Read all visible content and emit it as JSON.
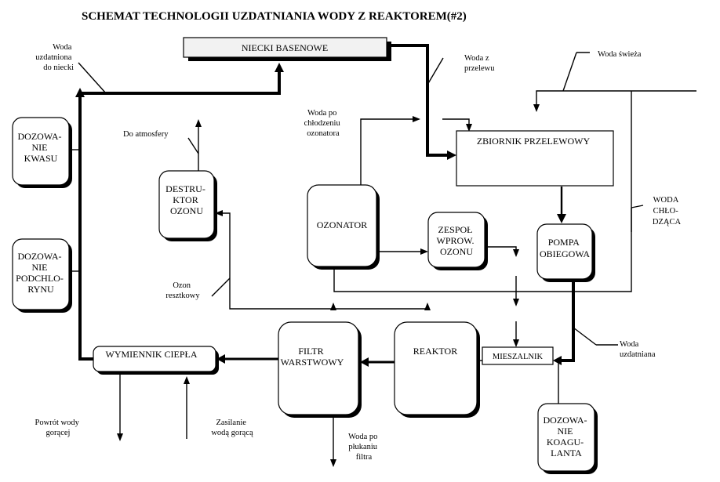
{
  "title": "SCHEMAT TECHNOLOGII UZDATNIANIA WODY Z REAKTOREM(#2)",
  "boxes": {
    "niecki": "NIECKI BASENOWE",
    "zbiornik": "ZBIORNIK PRZELEWOWY",
    "dozowanie_kwasu": [
      "DOZOWA-",
      "NIE",
      "KWASU"
    ],
    "dozowanie_podchlorynu": [
      "DOZOWA-",
      "NIE",
      "PODCHLO-",
      "RYNU"
    ],
    "destruktor": [
      "DESTRU-",
      "KTOR",
      "OZONU"
    ],
    "ozonator": "OZONATOR",
    "zespol": [
      "ZESPOŁ",
      "WPROW.",
      "OZONU"
    ],
    "pompa": [
      "POMPA",
      "OBIEGOWA"
    ],
    "filtr": [
      "FILTR",
      "WARSTWOWY"
    ],
    "reaktor": "REAKTOR",
    "mieszalnik": "MIESZALNIK",
    "wymiennik": "WYMIENNIK CIEPŁA",
    "dozowanie_koagulanta": [
      "DOZOWA-",
      "NIE",
      "KOAGU-",
      "LANTA"
    ]
  },
  "labels": {
    "woda_uzdatniona_niecki": [
      "Woda",
      "uzdatniona",
      "do niecki"
    ],
    "woda_z_przelewu": [
      "Woda z",
      "przelewu"
    ],
    "woda_swieza": "Woda świeża",
    "woda_po_chlodzeniu": [
      "Woda po",
      "chłodzeniu",
      "ozonatora"
    ],
    "do_atmosfery": "Do atmosfery",
    "woda_chlodzaca": [
      "WODA",
      "CHŁO-",
      "DZĄCA"
    ],
    "ozon_resztkowy": [
      "Ozon",
      "resztkowy"
    ],
    "woda_uzdatniana": [
      "Woda",
      "uzdatniana"
    ],
    "powrot_wody": [
      "Powrót wody",
      "gorącej"
    ],
    "zasilanie": [
      "Zasilanie",
      "wodą gorącą"
    ],
    "woda_po_plukaniu": [
      "Woda po",
      "płukaniu",
      "filtra"
    ]
  }
}
